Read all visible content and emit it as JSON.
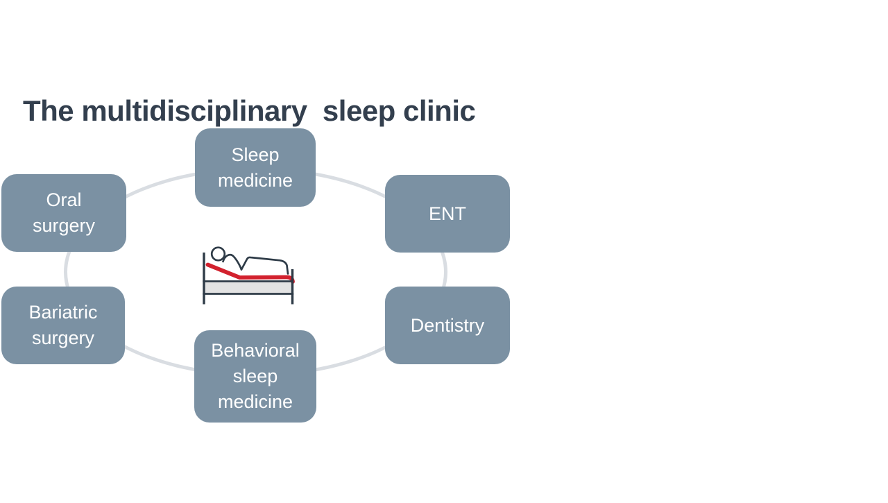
{
  "slide": {
    "title": "The multidisciplinary  sleep clinic",
    "background_color": "#FFFFFF",
    "title_color": "#333F4E",
    "diagram": {
      "description": "Six specialty boxes arranged on an ellipse around a patient-in-bed icon",
      "connector_color": "#D9DDE2",
      "node_fill_color": "#7B91A3",
      "node_text_color": "#FFFFFF",
      "center_icon": {
        "name": "patient-in-bed-icon",
        "outline_color": "#2E3B47",
        "accent_color": "#D2212E",
        "mattress_color": "#E3E3E3"
      },
      "nodes": [
        {
          "id": "sleep-medicine",
          "position": "top",
          "label": "Sleep medicine",
          "lines": [
            "Sleep",
            "medicine"
          ]
        },
        {
          "id": "ent",
          "position": "upper-right",
          "label": "ENT",
          "lines": [
            "ENT"
          ]
        },
        {
          "id": "dentistry",
          "position": "lower-right",
          "label": "Dentistry",
          "lines": [
            "Dentistry"
          ]
        },
        {
          "id": "behavioral-sleep-medicine",
          "position": "bottom",
          "label": "Behavioral sleep medicine",
          "lines": [
            "Behavioral",
            "sleep",
            "medicine"
          ]
        },
        {
          "id": "bariatric-surgery",
          "position": "lower-left",
          "label": "Bariatric surgery",
          "lines": [
            "Bariatric",
            "surgery"
          ]
        },
        {
          "id": "oral-surgery",
          "position": "upper-left",
          "label": "Oral surgery",
          "lines": [
            "Oral",
            "surgery"
          ]
        }
      ]
    }
  }
}
